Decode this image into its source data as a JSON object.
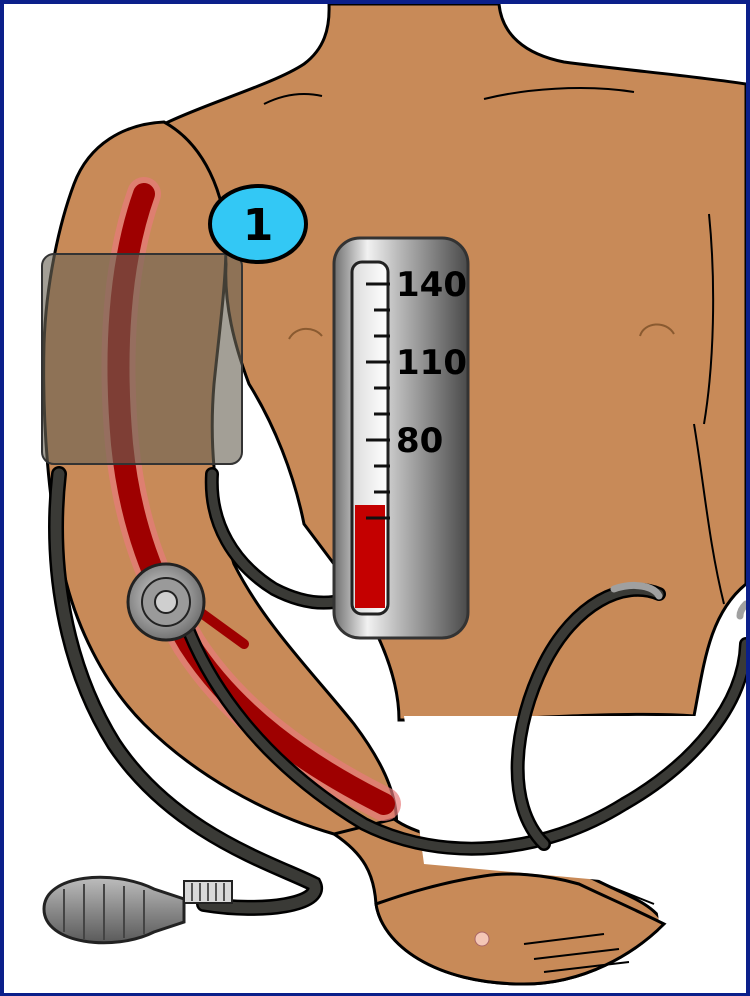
{
  "badge": {
    "label": "1",
    "color": "#33c8f5"
  },
  "gauge": {
    "scale_labels": [
      "140",
      "110",
      "80"
    ],
    "mercury_color": "#c40000",
    "mercury_level_mmhg": 55
  },
  "colors": {
    "skin": "#c88a58",
    "artery": "#9e0000",
    "cuff": "#6b6456",
    "tubing": "#3a3a36",
    "frame": "#0b1f8a"
  },
  "icons": [
    "torso-illustration",
    "blood-pressure-cuff",
    "stethoscope",
    "inflation-bulb",
    "mercury-gauge"
  ]
}
